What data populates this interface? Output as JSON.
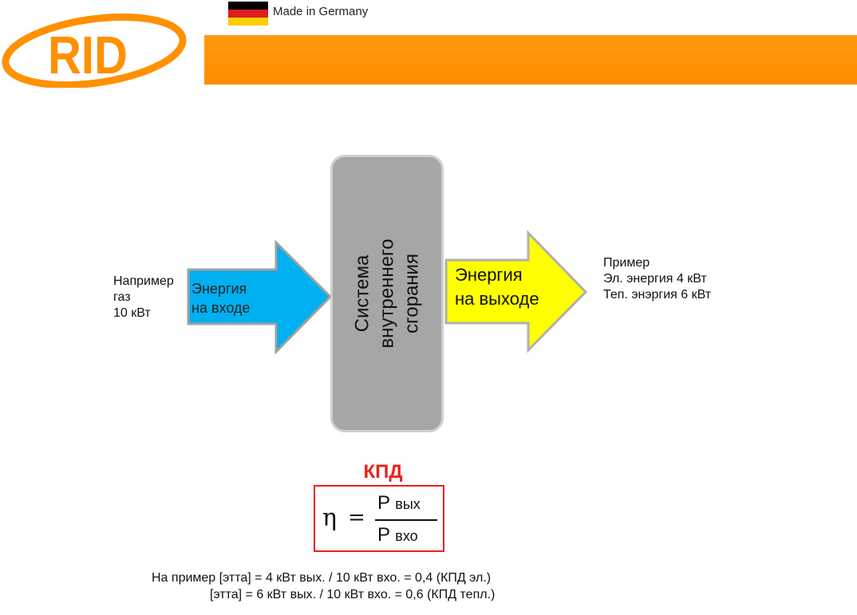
{
  "header": {
    "logo_text": "RID",
    "made_in": "Made in Germany",
    "colors": {
      "orange": "#ff9000",
      "flag_black": "#000000",
      "flag_red": "#dd1e1e",
      "flag_gold": "#ffce00"
    }
  },
  "diagram": {
    "input_example": [
      "Например",
      "газ",
      "10 кВт"
    ],
    "input_arrow_label": [
      "Энергия",
      "на входе"
    ],
    "combustion_label": [
      "Система",
      "внутреннего",
      "сгорания"
    ],
    "output_arrow_label": [
      "Энергия",
      "на выходе"
    ],
    "output_example": [
      "Пример",
      "Эл. энергия 4 кВт",
      "Теп. энэргия 6 кВт"
    ],
    "colors": {
      "input_arrow": "#00b0f0",
      "output_arrow": "#ffff00",
      "box": "#a6a6a6",
      "accent_red": "#e8231c"
    }
  },
  "efficiency": {
    "title": "КПД",
    "eta": "η",
    "equals": "=",
    "numerator": {
      "main": "P",
      "sub": "вых"
    },
    "denominator": {
      "main": "P",
      "sub": "вхо"
    }
  },
  "examples": [
    "На пример [этта] = 4 кВт вых. / 10 кВт вхо. = 0,4 (КПД эл.)",
    "[этта] = 6 кВт вых. / 10 кВт вхо. = 0,6 (КПД тепл.)"
  ]
}
